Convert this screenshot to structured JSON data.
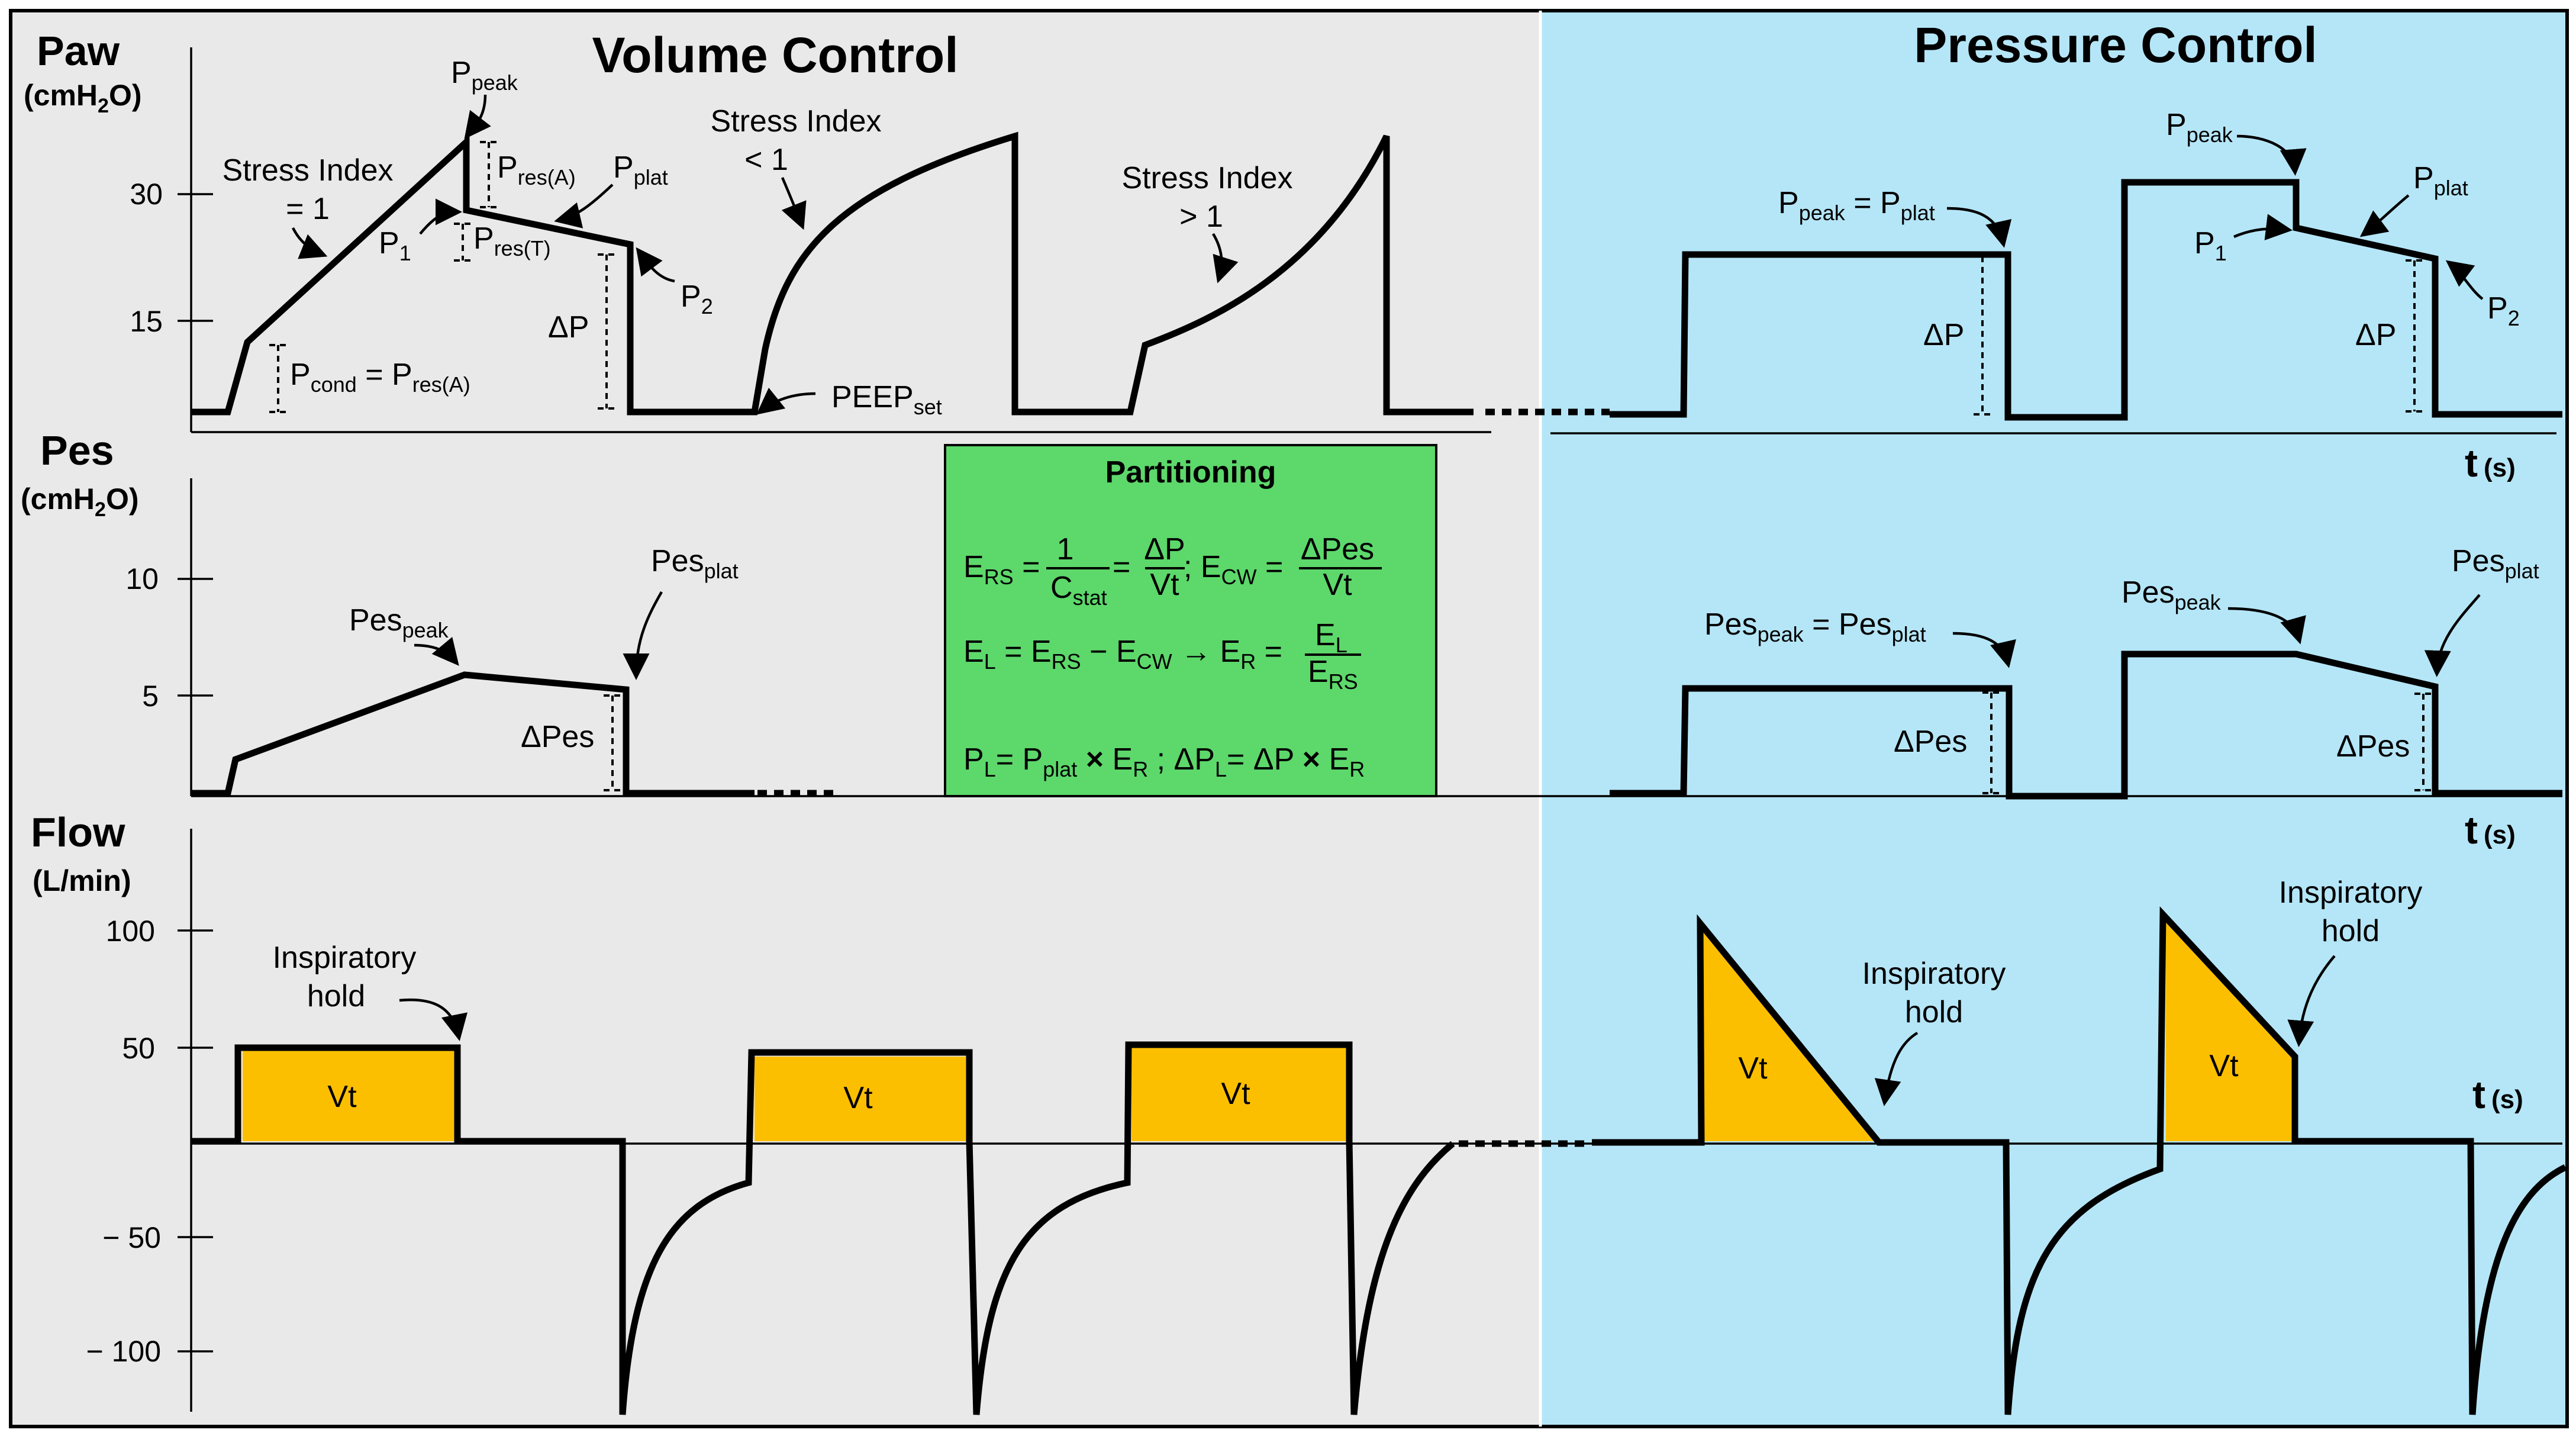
{
  "titles": {
    "volume_control": "Volume Control",
    "pressure_control": "Pressure Control"
  },
  "colors": {
    "vc_background": "#e9e9e9",
    "pc_background": "#b5e6f7",
    "partition_box": "#5dd86b",
    "tidal_volume_fill": "#fcbf00",
    "trace": "#000000"
  },
  "paw_axis": {
    "title": "Paw",
    "unit_main": "(cmH",
    "unit_sub": "2",
    "unit_end": "O)",
    "ticks": [
      "30",
      "15"
    ]
  },
  "pes_axis": {
    "title": "Pes",
    "unit_main": "(cmH",
    "unit_sub": "2",
    "unit_end": "O)",
    "ticks": [
      "10",
      "5"
    ]
  },
  "flow_axis": {
    "title": "Flow",
    "unit": "(L/min)",
    "ticks": [
      "100",
      "50",
      "− 50",
      "− 100"
    ]
  },
  "time_label": {
    "t": "t",
    "unit": "(s)"
  },
  "vc_paw": {
    "ppeak": "P",
    "ppeak_sub": "peak",
    "pres_a": "P",
    "pres_a_sub": "res(A)",
    "pplat": "P",
    "pplat_sub": "plat",
    "pres_t": "P",
    "pres_t_sub": "res(T)",
    "p1": "P",
    "p1_sub": "1",
    "p2": "P",
    "p2_sub": "2",
    "delta_p": "ΔP",
    "stress_index_eq_line1": "Stress Index",
    "stress_index_eq_line2": "= 1",
    "stress_index_lt_line1": "Stress Index",
    "stress_index_lt_line2": "< 1",
    "stress_index_gt_line1": "Stress Index",
    "stress_index_gt_line2": "> 1",
    "pcond": "P",
    "pcond_sub": "cond",
    "pcond_eq": " = P",
    "pcond_eq_sub": "res(A)",
    "peep": "PEEP",
    "peep_sub": "set"
  },
  "vc_pes": {
    "pes_peak": "Pes",
    "pes_peak_sub": "peak",
    "pes_plat": "Pes",
    "pes_plat_sub": "plat",
    "delta_pes": "ΔPes"
  },
  "vc_flow": {
    "hold_line1": "Inspiratory",
    "hold_line2": "hold",
    "vt": "Vt"
  },
  "pc_paw": {
    "ppeak_eq_a": "P",
    "ppeak_eq_a_sub": "peak",
    "ppeak_eq_b": " = P",
    "ppeak_eq_b_sub": "plat",
    "ppeak": "P",
    "ppeak_sub": "peak",
    "pplat": "P",
    "pplat_sub": "plat",
    "p1": "P",
    "p1_sub": "1",
    "p2": "P",
    "p2_sub": "2",
    "delta_p": "ΔP"
  },
  "pc_pes": {
    "eq_a": "Pes",
    "eq_a_sub": "peak",
    "eq_b": " = Pes",
    "eq_b_sub": "plat",
    "pes_peak": "Pes",
    "pes_peak_sub": "peak",
    "pes_plat": "Pes",
    "pes_plat_sub": "plat",
    "delta_pes": "ΔPes"
  },
  "pc_flow": {
    "hold_line1": "Inspiratory",
    "hold_line2": "hold",
    "vt": "Vt"
  },
  "partitioning": {
    "title": "Partitioning",
    "eq1": {
      "ers": "E",
      "ers_sub": "RS",
      "eq": " = ",
      "frac1_num": "1",
      "frac1_den": "C",
      "frac1_den_sub": "stat",
      "eq2": " = ",
      "frac2_num": "ΔP",
      "frac2_den": "Vt",
      "sep": " ; E",
      "ecw_sub": "CW",
      "eq3": " = ",
      "frac3_num": "ΔPes",
      "frac3_den": "Vt"
    },
    "eq2": {
      "el": "E",
      "el_sub": "L",
      "eq": " = E",
      "ers_sub": "RS",
      "minus": " − ",
      "ecw": "E",
      "ecw_sub": "CW",
      "arrow": " → ",
      "er": "E",
      "er_sub": "R",
      "eq2": " = ",
      "frac_num": "E",
      "frac_num_sub": "L",
      "frac_den": "E",
      "frac_den_sub": "RS"
    },
    "eq3": {
      "pl": "P",
      "pl_sub": "L",
      "eq": "= P",
      "pplat_sub": "plat",
      "times": " × ",
      "er": "E",
      "er_sub": "R",
      "sep": " ; ΔP",
      "dpl_sub": "L",
      "eq2": "= ΔP ",
      "times2": "× ",
      "er2": "E",
      "er2_sub": "R"
    }
  }
}
